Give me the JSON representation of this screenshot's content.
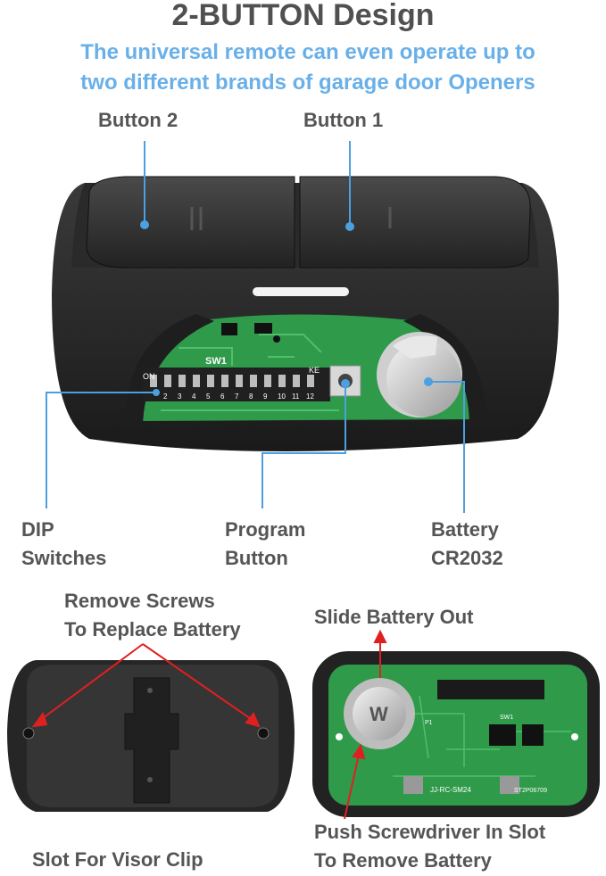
{
  "header": {
    "title": "2-BUTTON Design",
    "subtitle_line1": "The universal remote can even operate up to",
    "subtitle_line2": "two different brands of garage door Openers"
  },
  "top_labels": {
    "button2": "Button 2",
    "button1": "Button 1",
    "dip_line1": "DIP",
    "dip_line2": "Switches",
    "program_line1": "Program",
    "program_line2": "Button",
    "battery_line1": "Battery",
    "battery_line2": "CR2032"
  },
  "pcb_marks": {
    "sw1": "SW1",
    "on": "ON",
    "ke": "KE",
    "dip_numbers": [
      "2",
      "3",
      "4",
      "5",
      "6",
      "7",
      "8",
      "9",
      "10",
      "11",
      "12"
    ],
    "model": "JJ-RC-SM24",
    "serial": "ST2P06709",
    "sw1_small": "SW1",
    "p1": "P1"
  },
  "bottom_left": {
    "screws_line1": "Remove Screws",
    "screws_line2": "To Replace Battery",
    "visor_clip": "Slot For Visor Clip"
  },
  "bottom_right": {
    "slide_out": "Slide Battery Out",
    "push_line1": "Push Screwdriver In Slot",
    "push_line2": "To Remove Battery"
  },
  "colors": {
    "callout_blue": "#4aa0e0",
    "callout_red": "#e02020",
    "pcb_green": "#2e9a4a",
    "housing": "#2c2c2c"
  }
}
